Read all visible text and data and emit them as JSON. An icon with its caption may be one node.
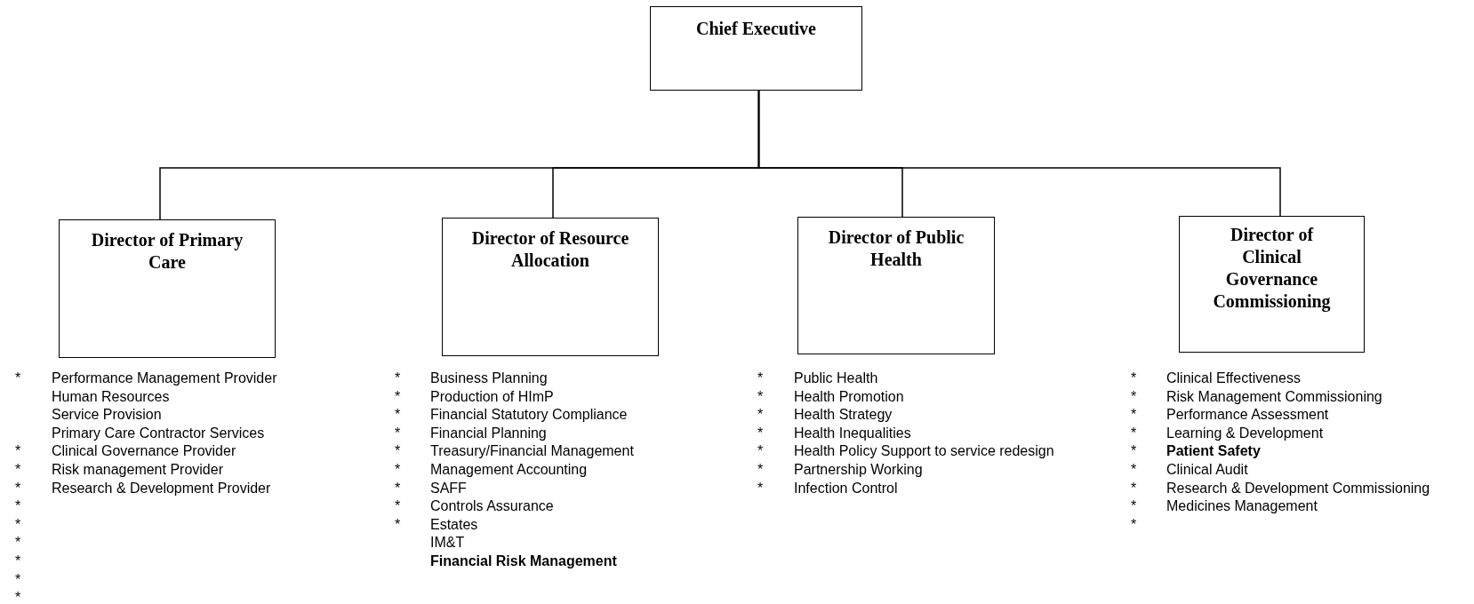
{
  "diagram": {
    "nodes": [
      {
        "text": [
          "Chief Executive"
        ]
      },
      {
        "text": [
          "Director of Primary Care"
        ]
      },
      {
        "text": [
          "Director of Resource Allocation"
        ]
      },
      {
        "text": [
          "Director of Public Health"
        ]
      },
      {
        "text": [
          "Director of Clinical Governance Commissioning"
        ]
      }
    ],
    "edges": [
      {
        "from": 0,
        "to": 1,
        "arrow": "none"
      },
      {
        "from": 0,
        "to": 2,
        "arrow": "none"
      },
      {
        "from": 0,
        "to": 3,
        "arrow": "none"
      },
      {
        "from": 0,
        "to": 4,
        "arrow": "none"
      }
    ],
    "labels": [
      "*",
      "Performance Management Provider",
      "Human Resources",
      "Service Provision",
      "Primary Care Contractor Services",
      "*",
      "Clinical Governance Provider",
      "*",
      "Risk management Provider",
      "*",
      "Research & Development Provider",
      "*",
      "*",
      "*",
      "*",
      "*",
      "*",
      "*",
      "Business Planning",
      "*",
      "Production of HImP",
      "*",
      "Financial Statutory Compliance",
      "*",
      "Financial Planning",
      "*",
      "Treasury/Financial Management",
      "*",
      "Management Accounting",
      "*",
      "SAFF",
      "*",
      "Controls Assurance",
      "*",
      "Estates",
      "IM&T",
      "Financial Risk Management",
      "*",
      "Public Health",
      "*",
      "Health Promotion",
      "*",
      "Health Strategy",
      "*",
      "Health Inequalities",
      "*",
      "Health Policy Support to service redesign",
      "*",
      "Partnership Working",
      "*",
      "Infection Control",
      "*",
      "Clinical Effectiveness",
      "*",
      "Risk Management Commissioning",
      "*",
      "Performance Assessment",
      "*",
      "Learning & Development",
      "*",
      "Patient Safety",
      "*",
      "Clinical Audit",
      "*",
      "Research & Development Commissioning",
      "*",
      "Medicines Management",
      "*"
    ]
  }
}
